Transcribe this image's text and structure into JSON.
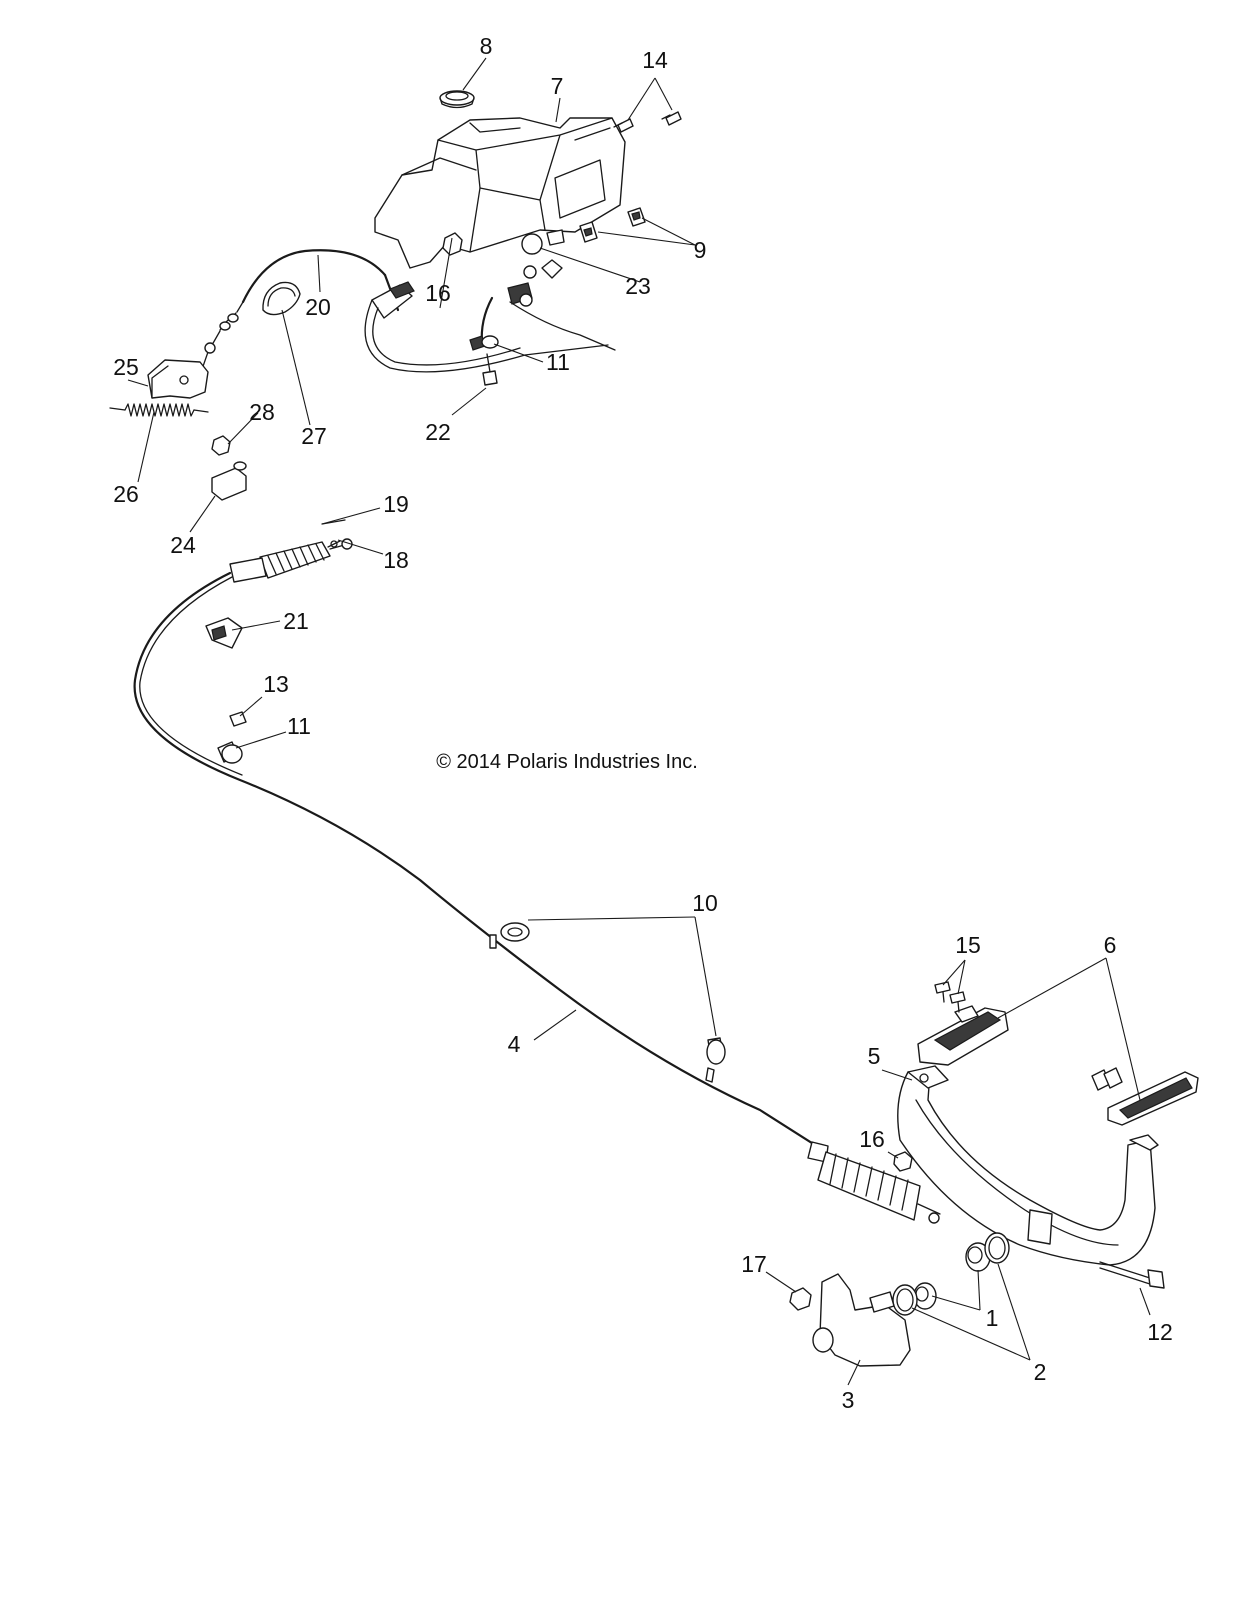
{
  "copyright": "© 2014 Polaris Industries Inc.",
  "callouts": {
    "c1": "1",
    "c2": "2",
    "c3": "3",
    "c4": "4",
    "c5": "5",
    "c6": "6",
    "c7": "7",
    "c8": "8",
    "c9": "9",
    "c10": "10",
    "c11a": "11",
    "c11b": "11",
    "c12": "12",
    "c13": "13",
    "c14": "14",
    "c15": "15",
    "c16a": "16",
    "c16b": "16",
    "c17": "17",
    "c18": "18",
    "c19": "19",
    "c20": "20",
    "c21": "21",
    "c22": "22",
    "c23": "23",
    "c24": "24",
    "c25": "25",
    "c26": "26",
    "c27": "27",
    "c28": "28"
  }
}
